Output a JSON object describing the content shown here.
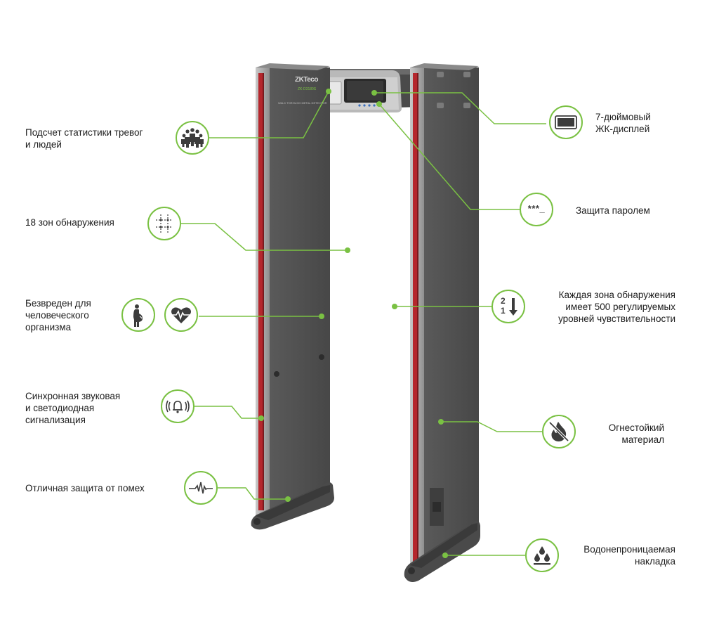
{
  "brand": {
    "logo": "ZKTeco",
    "model": "ZK-D3180S",
    "panel_text": "WALK THROUGH METAL DETECTOR"
  },
  "accent_color": "#7ac143",
  "features": {
    "left": [
      {
        "id": "statistics",
        "icon": "people-group-icon",
        "lines": [
          "Подсчет статистики тревог",
          "и людей"
        ]
      },
      {
        "id": "zones",
        "icon": "detection-grid-icon",
        "lines": [
          "18 зон обнаружения"
        ]
      },
      {
        "id": "harmless",
        "icon": [
          "pregnant-woman-icon",
          "heart-pulse-icon"
        ],
        "lines": [
          "Безвреден для",
          "человеческого",
          "организма"
        ]
      },
      {
        "id": "alarm",
        "icon": "bell-alarm-icon",
        "lines": [
          "Синхронная звуковая",
          "и светодиодная",
          "сигнализация"
        ]
      },
      {
        "id": "interference",
        "icon": "signal-wave-icon",
        "lines": [
          "Отличная защита от помех"
        ]
      }
    ],
    "right": [
      {
        "id": "display",
        "icon": "lcd-display-icon",
        "lines": [
          "7-дюймовый",
          "ЖК-дисплей"
        ]
      },
      {
        "id": "password",
        "icon": "password-icon",
        "icon_text": "***_",
        "lines": [
          "Защита паролем"
        ]
      },
      {
        "id": "sensitivity",
        "icon": "sort-levels-icon",
        "icon_text": [
          "2",
          "1"
        ],
        "lines": [
          "Каждая зона обнаружения",
          "имеет 500 регулируемых",
          "уровней чувствительности"
        ]
      },
      {
        "id": "fireproof",
        "icon": "no-fire-icon",
        "lines": [
          "Огнестойкий",
          "материал"
        ]
      },
      {
        "id": "waterproof",
        "icon": "water-drops-icon",
        "lines": [
          "Водонепроницаемая",
          "накладка"
        ]
      }
    ]
  }
}
